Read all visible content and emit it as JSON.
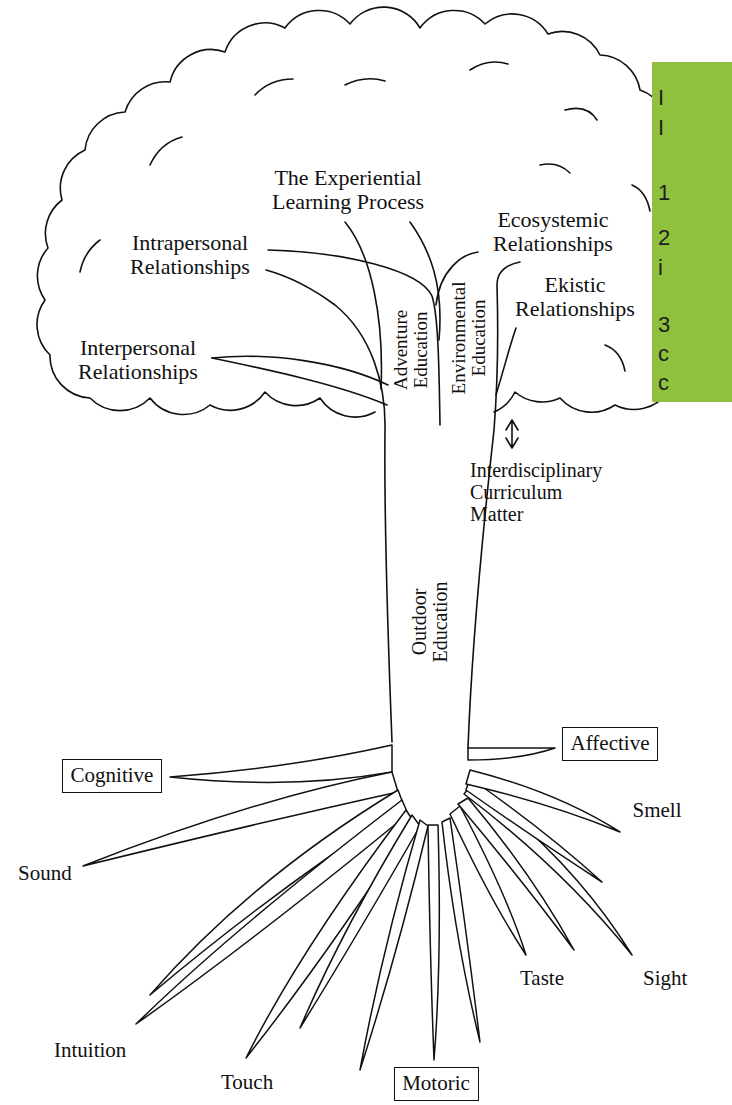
{
  "diagram": {
    "nodes": [
      {
        "text": [
          "Cognitive"
        ]
      },
      {
        "text": [
          "Affective"
        ]
      },
      {
        "text": [
          "Motoric"
        ]
      }
    ],
    "labels": [
      "The Experiential Learning Process",
      "Intrapersonal Relationships",
      "Ecosystemic Relationships",
      "Ekistic Relationships",
      "Interpersonal Relationships",
      "Adventure Education",
      "Environmental Education",
      "Interdisciplinary Curriculum Matter",
      "Outdoor Education",
      "Sound",
      "Intuition",
      "Touch",
      "Taste",
      "Smell",
      "Sight",
      "I",
      "I",
      "1",
      "2",
      "i",
      "3",
      "c",
      "c"
    ]
  }
}
